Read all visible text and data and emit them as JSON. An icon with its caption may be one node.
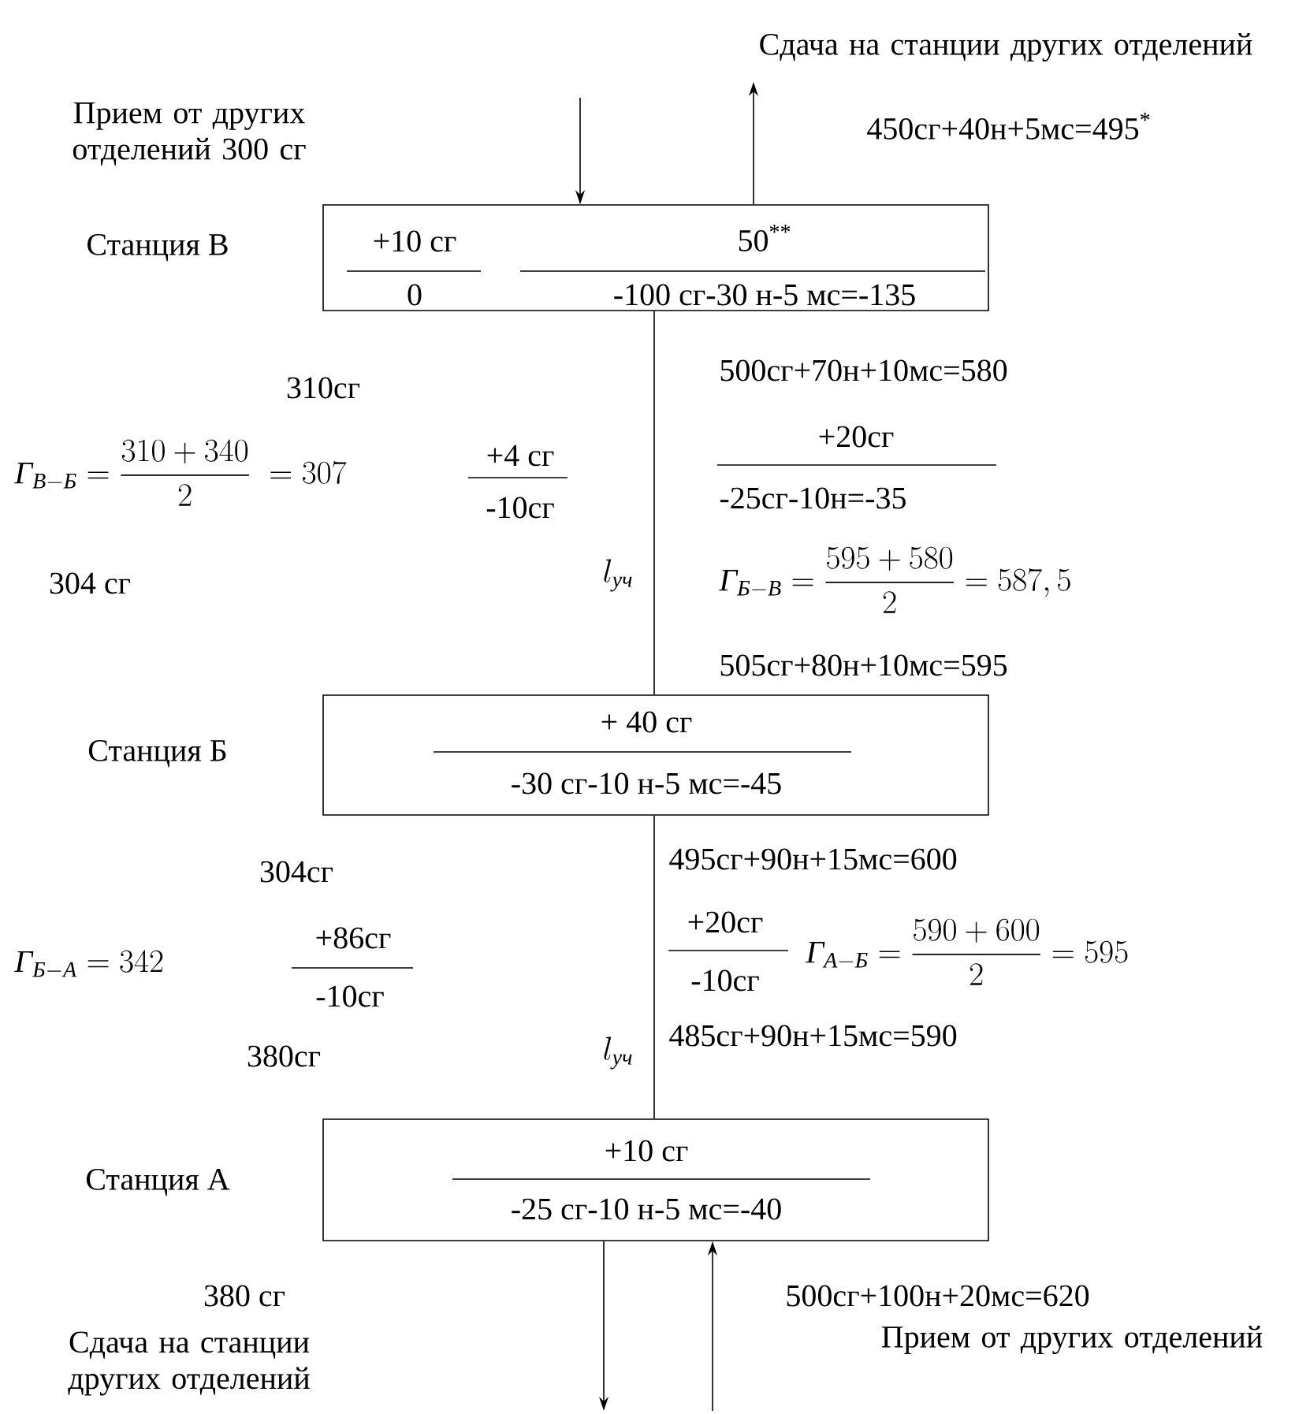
{
  "diagram": {
    "nodes": [
      {
        "text": [
          "Станция В",
          "+10 сг",
          "0",
          "50$^{**}$",
          "-100 сг-30 н-5 мс=-135"
        ]
      },
      {
        "text": [
          "Станция Б",
          "+ 40 сг",
          "-30 сг-10 н-5 мс=-45"
        ]
      },
      {
        "text": [
          "Станция А",
          "+10 сг",
          "-25 сг-10 н-5 мс=-40"
        ]
      }
    ],
    "edges": [
      {
        "from": null,
        "to": 0,
        "arrow": "to"
      },
      {
        "from": 0,
        "to": null,
        "arrow": "to"
      },
      {
        "from": 0,
        "to": 1,
        "arrow": "none"
      },
      {
        "from": 1,
        "to": 2,
        "arrow": "none"
      },
      {
        "from": 2,
        "to": null,
        "arrow": "to"
      },
      {
        "from": null,
        "to": 2,
        "arrow": "to"
      }
    ],
    "labels": [
      "Сдача на станции других отделений",
      "Прием от других отделений 300 сг",
      "450сг+40н+5мс=495$^{*}$",
      "310сг",
      "\\textit{Г}_{\\textit{В}-\\textit{Б}}=\\frac{310+340}{2}\\;=307",
      "+4 сг",
      "-10сг",
      "304 сг",
      "l_{\\textit{уч}}",
      "500сг+70н+10мс=580",
      "+20сг",
      "-25сг-10н=-35",
      "\\textit{Г}_{\\textit{Б}-\\textit{В}}=\\frac{595+580}{2}=587,5",
      "505сг+80н+10мс=595",
      "304сг",
      "\\textit{Г}_{\\textit{Б}-\\textit{А}}=342",
      "+86сг",
      "-10сг",
      "495сг+90н+15мс=600",
      "+20сг",
      "-10сг",
      "\\textit{Г}_{\\textit{А}-\\textit{Б}}=\\frac{590+600}{2}=595",
      "380сг",
      "l_{\\textit{уч}}",
      "485сг+90н+15мс=590",
      "380 сг",
      "500сг+100н+20мс=620",
      "Сдача на станции других отделений",
      "Прием от других отделений"
    ]
  }
}
